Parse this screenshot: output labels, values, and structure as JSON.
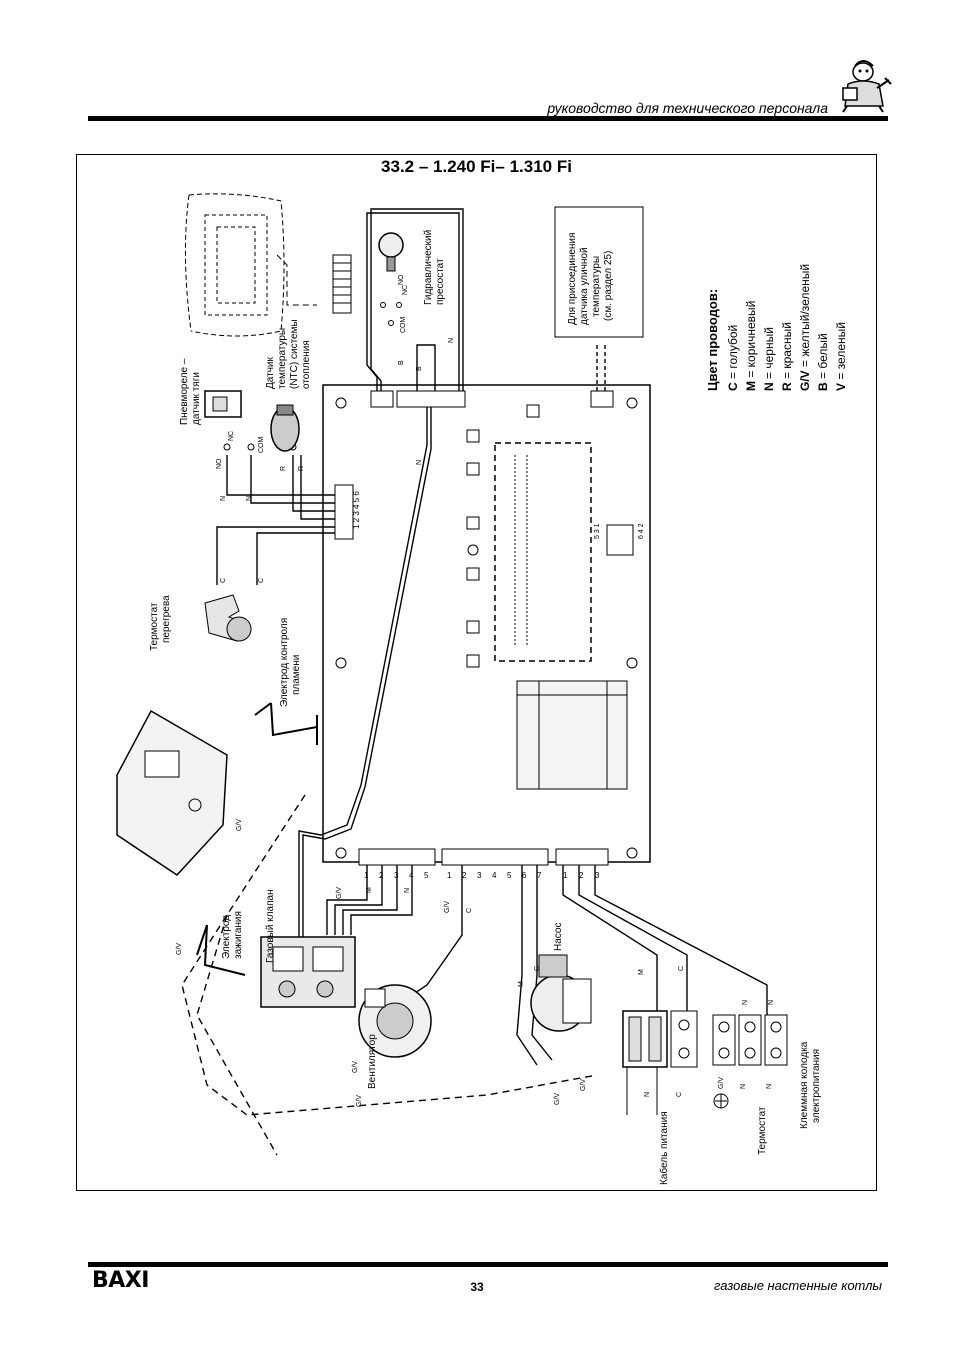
{
  "header": {
    "text": "руководство для технического персонала"
  },
  "diagram": {
    "title": "33.2 – 1.240 Fi– 1.310 Fi",
    "labels": {
      "air_pressure_switch": [
        "Пневмореле –",
        "датчик тяги"
      ],
      "ntc_sensor": [
        "Датчик",
        "температуры",
        "(NTC) системы",
        "отопления"
      ],
      "hydraulic_switch": [
        "Гидравлический",
        "пресостат"
      ],
      "outdoor_sensor": [
        "Для присоединения",
        "датчика уличной",
        "температуры",
        "(см. раздел 25)"
      ],
      "overheat_thermostat": [
        "Термостат",
        "перегрева"
      ],
      "flame_electrode": [
        "Электрод контроля",
        "пламени"
      ],
      "ignition_electrode": [
        "Электрод",
        "зажигания"
      ],
      "gas_valve": "Газовый клапан",
      "fan": "Вентилятор",
      "pump": "Насос",
      "power_cable": "Кабель питания",
      "thermostat": "Термостат",
      "terminal_block": [
        "Клеммная колодка",
        "электропитания"
      ]
    },
    "wire_codes": {
      "c": "C",
      "n": "N",
      "m": "M",
      "r": "R",
      "b": "B",
      "gv": "G/V",
      "no": "NO",
      "nc": "NC",
      "com": "COM"
    },
    "connector_numbers": {
      "six": "1 2 3 4 5 6",
      "seven": [
        "1",
        "2",
        "3",
        "4",
        "5",
        "6",
        "7"
      ],
      "five": [
        "1",
        "2",
        "3",
        "4",
        "5"
      ],
      "three": [
        "1",
        "2",
        "3"
      ],
      "small_top": "5 3 1",
      "small_bottom": "6 4 2"
    },
    "legend": {
      "title": "Цвет проводов:",
      "items": [
        {
          "code": "C",
          "meaning": " = голубой"
        },
        {
          "code": "M",
          "meaning": " = коричневый"
        },
        {
          "code": "N",
          "meaning": " = черный"
        },
        {
          "code": "R",
          "meaning": " = красный"
        },
        {
          "code": "G/V",
          "meaning": " = желтый/зеленый"
        },
        {
          "code": "B",
          "meaning": " = белый"
        },
        {
          "code": "V",
          "meaning": " = зеленый"
        }
      ]
    }
  },
  "footer": {
    "logo": "BAXI",
    "page_number": "33",
    "text": "газовые настенные котлы"
  }
}
